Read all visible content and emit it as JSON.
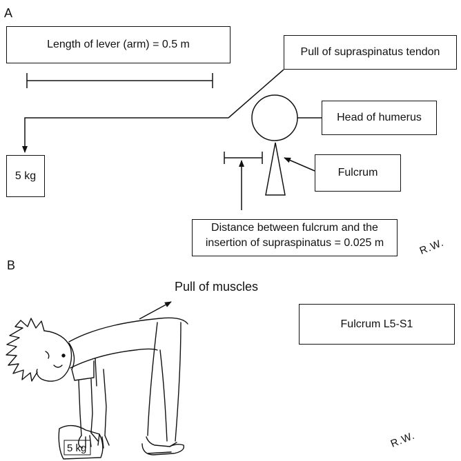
{
  "panel_a": {
    "label": "A",
    "lever_length_label": "Length of lever (arm) = 0.5 m",
    "pull_label": "Pull of supraspinatus tendon",
    "head_label": "Head of humerus",
    "fulcrum_label": "Fulcrum",
    "weight_label": "5 kg",
    "distance_label_line1": "Distance between fulcrum and the",
    "distance_label_line2": "insertion of supraspinatus = 0.025 m",
    "signature": "R.W."
  },
  "panel_b": {
    "label": "B",
    "pull_label": "Pull of muscles",
    "fulcrum_label": "Fulcrum L5-S1",
    "weight_label": "5 kg",
    "signature": "R.W."
  }
}
